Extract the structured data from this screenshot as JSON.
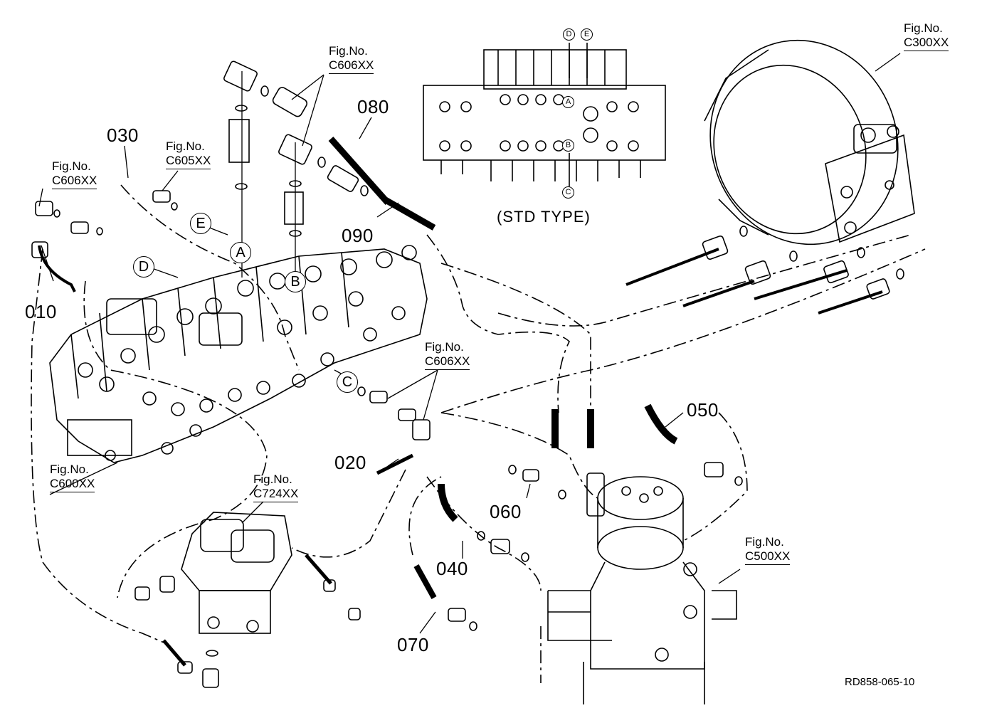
{
  "parts": {
    "p010": "010",
    "p020": "020",
    "p030": "030",
    "p040": "040",
    "p050": "050",
    "p060": "060",
    "p070": "070",
    "p080": "080",
    "p090": "090"
  },
  "figs": {
    "prefix": "Fig.No.",
    "c606a": "C606XX",
    "c606b": "C606XX",
    "c606c": "C606XX",
    "c605": "C605XX",
    "c300": "C300XX",
    "c600": "C600XX",
    "c724": "C724XX",
    "c500": "C500XX"
  },
  "ports": {
    "a": "A",
    "b": "B",
    "c": "C",
    "d": "D",
    "e": "E"
  },
  "std_type": "(STD TYPE)",
  "ref_code": "RD858-065-10"
}
